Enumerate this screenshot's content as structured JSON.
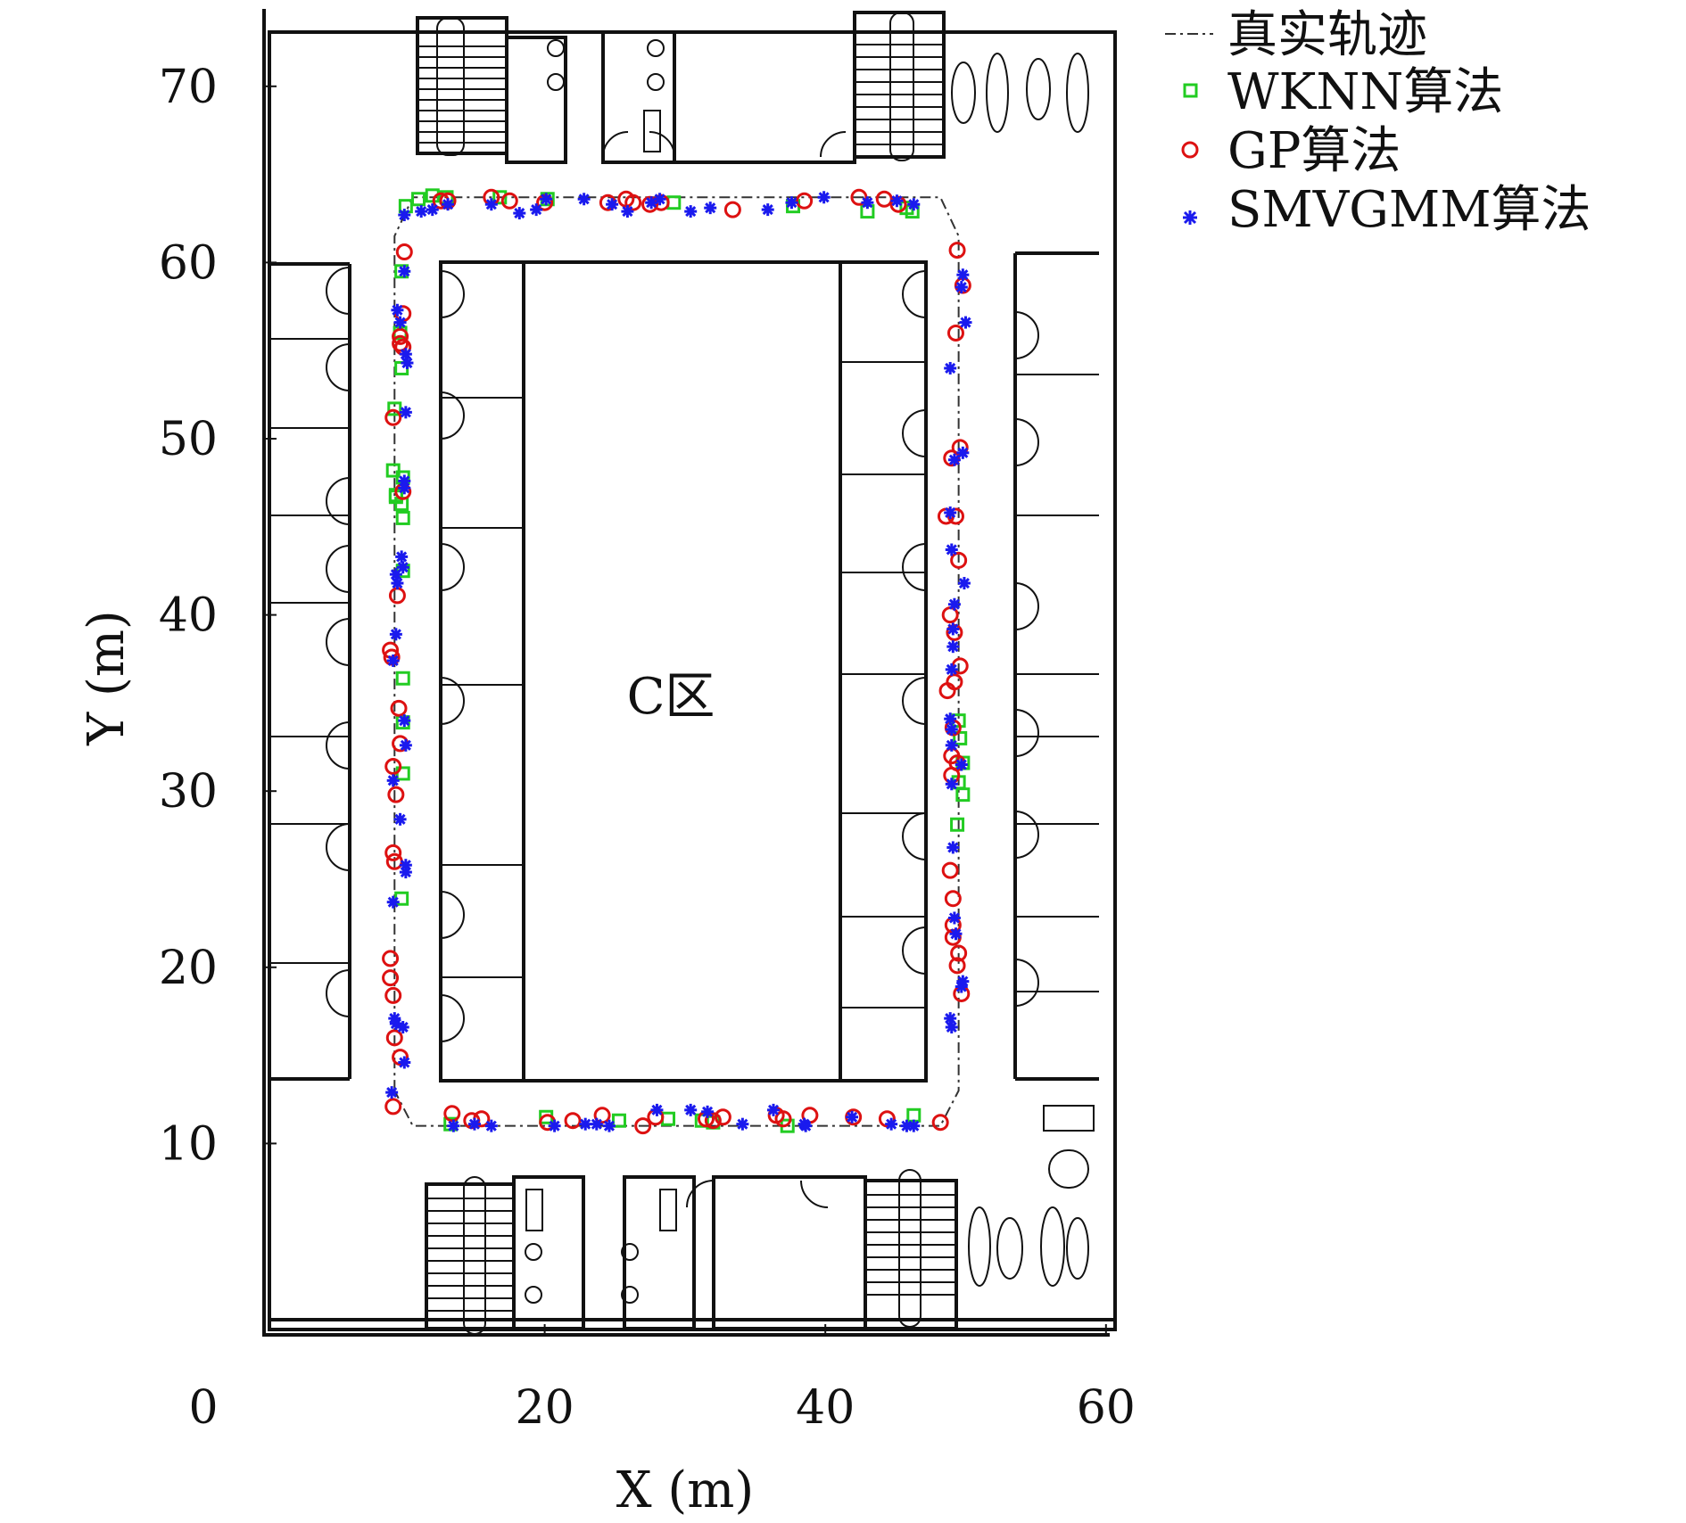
{
  "chart_data": {
    "type": "scatter",
    "xlabel": "X (m)",
    "ylabel": "Y (m)",
    "xlim": [
      0,
      60
    ],
    "ylim": [
      0,
      74
    ],
    "xticks": [
      0,
      20,
      40,
      60
    ],
    "yticks": [
      10,
      20,
      30,
      40,
      50,
      60,
      70
    ],
    "annotation": "C区",
    "legend": {
      "position": "top-right, outside plot",
      "entries": [
        "真实轨迹",
        "WKNN算法",
        "GP算法",
        "SMVGMM算法"
      ]
    },
    "colors": {
      "truth": "#333333",
      "wknn": "#22cc22",
      "gp": "#dd1111",
      "smvgmm": "#1a1aee"
    },
    "series": [
      {
        "name": "真实轨迹",
        "style": "dash-dot line",
        "x": [
          9.3,
          9.3,
          10.6,
          48.2,
          49.5,
          49.5,
          48.2,
          10.6,
          9.3
        ],
        "y": [
          13.0,
          61.5,
          63.7,
          63.7,
          61.5,
          13.0,
          11.0,
          11.0,
          13.0
        ]
      },
      {
        "name": "WKNN算法",
        "style": "green square",
        "points": [
          [
            10.1,
            63.2
          ],
          [
            11.0,
            63.6
          ],
          [
            12.0,
            63.8
          ],
          [
            13.0,
            63.7
          ],
          [
            16.8,
            63.7
          ],
          [
            20.2,
            63.6
          ],
          [
            29.2,
            63.4
          ],
          [
            37.7,
            63.2
          ],
          [
            43.0,
            62.9
          ],
          [
            45.8,
            63.1
          ],
          [
            46.2,
            62.9
          ],
          [
            9.8,
            59.5
          ],
          [
            9.7,
            56.0
          ],
          [
            9.8,
            54.0
          ],
          [
            9.3,
            51.7
          ],
          [
            9.2,
            48.2
          ],
          [
            9.9,
            47.8
          ],
          [
            9.4,
            46.8
          ],
          [
            9.8,
            46.3
          ],
          [
            9.4,
            46.7
          ],
          [
            9.9,
            45.5
          ],
          [
            9.9,
            42.5
          ],
          [
            9.9,
            36.4
          ],
          [
            9.9,
            33.9
          ],
          [
            9.9,
            31.0
          ],
          [
            9.8,
            23.9
          ],
          [
            49.5,
            34.0
          ],
          [
            49.6,
            33.0
          ],
          [
            49.8,
            31.6
          ],
          [
            49.5,
            30.5
          ],
          [
            49.8,
            29.8
          ],
          [
            49.4,
            28.1
          ],
          [
            46.3,
            11.6
          ],
          [
            37.3,
            11.0
          ],
          [
            32.0,
            11.2
          ],
          [
            31.2,
            11.3
          ],
          [
            28.8,
            11.4
          ],
          [
            25.3,
            11.3
          ],
          [
            20.1,
            11.5
          ],
          [
            13.3,
            11.1
          ]
        ]
      },
      {
        "name": "GP算法",
        "style": "red circle",
        "points": [
          [
            12.6,
            63.5
          ],
          [
            13.1,
            63.5
          ],
          [
            16.2,
            63.7
          ],
          [
            17.5,
            63.5
          ],
          [
            20.0,
            63.4
          ],
          [
            24.5,
            63.4
          ],
          [
            25.8,
            63.6
          ],
          [
            26.3,
            63.4
          ],
          [
            27.5,
            63.3
          ],
          [
            28.3,
            63.4
          ],
          [
            33.4,
            63.0
          ],
          [
            38.5,
            63.5
          ],
          [
            42.4,
            63.7
          ],
          [
            44.2,
            63.6
          ],
          [
            45.2,
            63.3
          ],
          [
            10.0,
            60.6
          ],
          [
            9.9,
            57.1
          ],
          [
            9.7,
            55.8
          ],
          [
            9.7,
            55.4
          ],
          [
            9.9,
            55.2
          ],
          [
            9.2,
            51.2
          ],
          [
            9.9,
            47.0
          ],
          [
            9.5,
            41.1
          ],
          [
            9.0,
            38.0
          ],
          [
            9.1,
            37.6
          ],
          [
            9.6,
            34.7
          ],
          [
            9.7,
            32.7
          ],
          [
            9.2,
            31.4
          ],
          [
            9.4,
            29.8
          ],
          [
            9.2,
            26.5
          ],
          [
            9.3,
            26.0
          ],
          [
            9.0,
            20.5
          ],
          [
            9.0,
            19.4
          ],
          [
            9.2,
            18.4
          ],
          [
            9.3,
            16.0
          ],
          [
            9.7,
            14.9
          ],
          [
            9.2,
            12.1
          ],
          [
            49.4,
            60.7
          ],
          [
            49.8,
            58.7
          ],
          [
            49.3,
            56.0
          ],
          [
            49.6,
            49.5
          ],
          [
            49.0,
            48.9
          ],
          [
            48.6,
            45.6
          ],
          [
            49.3,
            45.6
          ],
          [
            49.5,
            43.1
          ],
          [
            48.9,
            40.0
          ],
          [
            49.2,
            39.0
          ],
          [
            49.6,
            37.1
          ],
          [
            49.2,
            36.2
          ],
          [
            48.7,
            35.7
          ],
          [
            49.1,
            33.6
          ],
          [
            49.0,
            32.0
          ],
          [
            49.4,
            31.6
          ],
          [
            49.0,
            30.9
          ],
          [
            48.9,
            25.5
          ],
          [
            49.1,
            23.9
          ],
          [
            49.1,
            22.4
          ],
          [
            49.1,
            21.7
          ],
          [
            49.5,
            20.8
          ],
          [
            49.4,
            20.1
          ],
          [
            49.7,
            18.5
          ],
          [
            13.4,
            11.7
          ],
          [
            14.8,
            11.3
          ],
          [
            15.5,
            11.4
          ],
          [
            20.2,
            11.2
          ],
          [
            22.0,
            11.3
          ],
          [
            24.1,
            11.6
          ],
          [
            27.0,
            11.0
          ],
          [
            27.9,
            11.5
          ],
          [
            31.5,
            11.4
          ],
          [
            32.0,
            11.3
          ],
          [
            32.7,
            11.5
          ],
          [
            36.5,
            11.6
          ],
          [
            37.0,
            11.4
          ],
          [
            38.9,
            11.6
          ],
          [
            42.0,
            11.5
          ],
          [
            44.4,
            11.4
          ],
          [
            48.2,
            11.2
          ]
        ]
      },
      {
        "name": "SMVGMM算法",
        "style": "blue asterisk",
        "points": [
          [
            10.0,
            62.7
          ],
          [
            11.2,
            62.9
          ],
          [
            12.0,
            63.0
          ],
          [
            13.1,
            63.3
          ],
          [
            16.2,
            63.3
          ],
          [
            18.2,
            62.8
          ],
          [
            19.4,
            63.0
          ],
          [
            20.1,
            63.6
          ],
          [
            22.8,
            63.6
          ],
          [
            24.8,
            63.3
          ],
          [
            25.9,
            62.9
          ],
          [
            27.6,
            63.4
          ],
          [
            28.2,
            63.6
          ],
          [
            30.4,
            62.9
          ],
          [
            31.8,
            63.1
          ],
          [
            35.9,
            63.0
          ],
          [
            37.6,
            63.4
          ],
          [
            39.9,
            63.7
          ],
          [
            43.0,
            63.4
          ],
          [
            45.1,
            63.5
          ],
          [
            46.3,
            63.3
          ],
          [
            10.0,
            59.5
          ],
          [
            9.5,
            57.3
          ],
          [
            9.7,
            56.6
          ],
          [
            10.2,
            54.3
          ],
          [
            10.1,
            54.8
          ],
          [
            10.1,
            51.5
          ],
          [
            10.0,
            47.6
          ],
          [
            10.0,
            47.2
          ],
          [
            9.8,
            43.3
          ],
          [
            9.4,
            42.3
          ],
          [
            9.5,
            41.8
          ],
          [
            9.9,
            42.7
          ],
          [
            9.4,
            38.9
          ],
          [
            9.2,
            37.4
          ],
          [
            10.0,
            34.0
          ],
          [
            10.1,
            32.6
          ],
          [
            9.2,
            30.6
          ],
          [
            9.7,
            28.4
          ],
          [
            10.1,
            25.8
          ],
          [
            10.1,
            25.4
          ],
          [
            9.2,
            23.7
          ],
          [
            9.3,
            17.1
          ],
          [
            9.4,
            16.8
          ],
          [
            9.9,
            16.6
          ],
          [
            10.0,
            14.6
          ],
          [
            9.1,
            12.9
          ],
          [
            49.8,
            59.3
          ],
          [
            49.7,
            58.6
          ],
          [
            50.0,
            56.6
          ],
          [
            48.9,
            54.0
          ],
          [
            49.2,
            48.8
          ],
          [
            49.8,
            49.2
          ],
          [
            48.9,
            45.8
          ],
          [
            49.0,
            43.7
          ],
          [
            49.9,
            41.8
          ],
          [
            49.2,
            40.6
          ],
          [
            49.1,
            39.2
          ],
          [
            49.1,
            38.2
          ],
          [
            49.0,
            36.9
          ],
          [
            48.9,
            34.1
          ],
          [
            49.0,
            33.5
          ],
          [
            49.0,
            32.6
          ],
          [
            49.7,
            31.5
          ],
          [
            49.0,
            30.4
          ],
          [
            49.1,
            26.8
          ],
          [
            49.2,
            22.8
          ],
          [
            49.3,
            21.9
          ],
          [
            49.8,
            19.2
          ],
          [
            49.7,
            18.9
          ],
          [
            48.9,
            17.1
          ],
          [
            49.0,
            16.6
          ],
          [
            13.5,
            11.0
          ],
          [
            15.0,
            11.1
          ],
          [
            16.2,
            11.0
          ],
          [
            20.7,
            11.0
          ],
          [
            22.9,
            11.1
          ],
          [
            23.7,
            11.1
          ],
          [
            24.6,
            11.0
          ],
          [
            28.0,
            11.9
          ],
          [
            30.4,
            11.9
          ],
          [
            31.6,
            11.8
          ],
          [
            34.1,
            11.1
          ],
          [
            36.3,
            11.9
          ],
          [
            38.5,
            11.1
          ],
          [
            38.6,
            11.0
          ],
          [
            41.9,
            11.5
          ],
          [
            44.7,
            11.1
          ],
          [
            45.8,
            11.0
          ],
          [
            46.3,
            11.0
          ]
        ]
      }
    ]
  }
}
